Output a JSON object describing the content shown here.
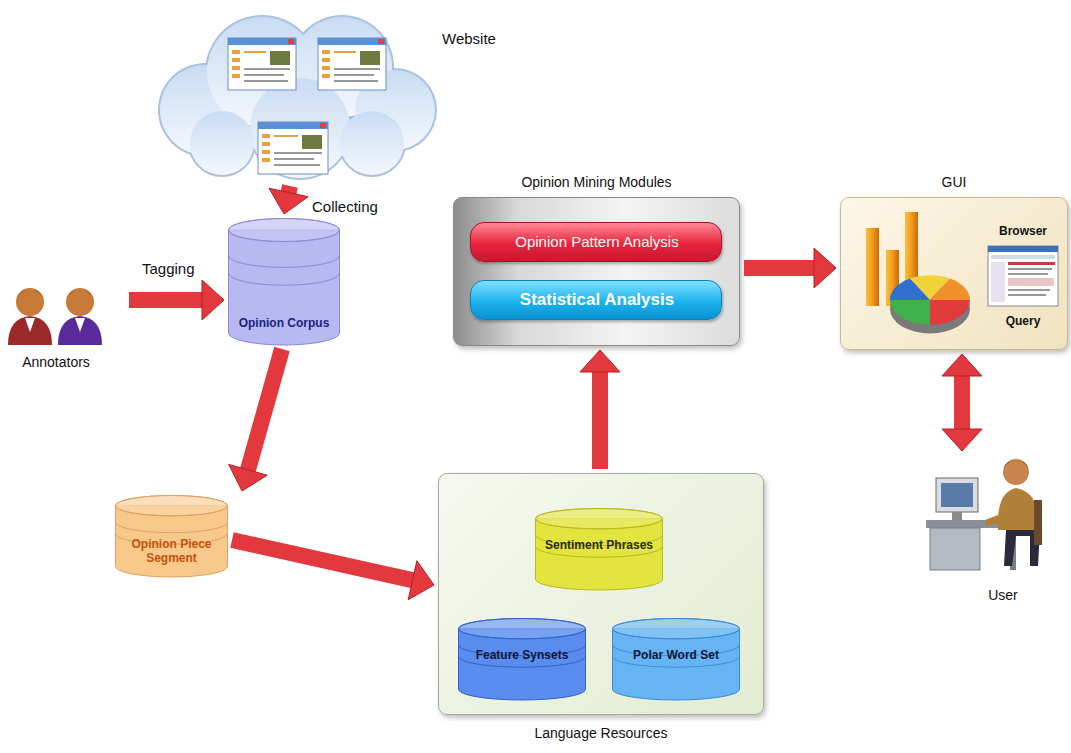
{
  "diagram": {
    "nodes": [
      {
        "text": [
          "Website"
        ]
      },
      {
        "text": [
          "Annotators"
        ]
      },
      {
        "text": [
          "Opinion Corpus"
        ]
      },
      {
        "text": [
          "Opinion Mining Modules"
        ]
      },
      {
        "text": [
          "Opinion Pattern Analysis"
        ],
        "in": 3
      },
      {
        "text": [
          "Statistical Analysis"
        ],
        "in": 3
      },
      {
        "text": [
          "GUI",
          "Browser",
          "Query"
        ]
      },
      {
        "text": [
          "Opinion Piece Segment"
        ]
      },
      {
        "text": [
          "Language Resources"
        ]
      },
      {
        "text": [
          "Sentiment Phrases"
        ],
        "in": 8
      },
      {
        "text": [
          "Feature Synsets"
        ],
        "in": 8
      },
      {
        "text": [
          "Polar Word Set"
        ],
        "in": 8
      },
      {
        "text": [
          "User"
        ]
      }
    ],
    "edges": [
      {
        "from": 0,
        "to": 2,
        "arrow": "to",
        "label": "Collecting"
      },
      {
        "from": 1,
        "to": 2,
        "arrow": "to",
        "label": "Tagging"
      },
      {
        "from": 2,
        "to": 7,
        "arrow": "to"
      },
      {
        "from": 7,
        "to": 8,
        "arrow": "to"
      },
      {
        "from": 8,
        "to": 3,
        "arrow": "to"
      },
      {
        "from": 3,
        "to": 6,
        "arrow": "to"
      },
      {
        "from": 6,
        "to": 12,
        "arrow": "both"
      }
    ]
  }
}
